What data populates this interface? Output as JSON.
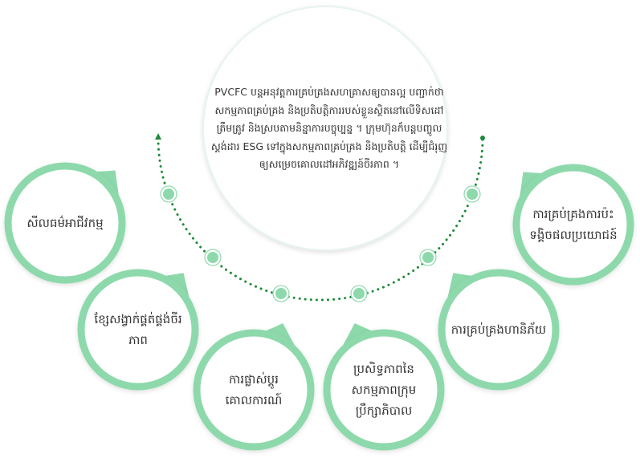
{
  "center": {
    "text": "PVCFC បន្តអនុវត្តការគ្រប់គ្រងសហគ្រាសឲ្យបានល្អ បញ្ជាក់ថា សកម្មភាពគ្រប់គ្រង និងប្រតិបត្តិការរបស់ខ្លួនស្ថិតនៅលើទិសដៅត្រឹមត្រូវ និងស្របតាមនិន្នាការបច្ចុប្បន្ន ។ ក្រុមហ៊ុនក៏បន្តបញ្ចូលស្តង់ដារ ESG ទៅក្នុងសកម្មភាពគ្រប់គ្រង និងប្រតិបត្តិ ដើម្បីជំរុញឲ្យសម្រេចគោលដៅអភិវឌ្ឍន៍ចីរភាព ។"
  },
  "pillars": [
    {
      "label": "សីលធម៌អាជីវកម្ម"
    },
    {
      "label": "ខ្សែសង្វាក់ផ្គត់ផ្គង់ចីរភាព"
    },
    {
      "label": "ការផ្លាស់ប្តូរគោលការណ៍"
    },
    {
      "label": "ប្រសិទ្ធភាពនៃសកម្មភាពក្រុមប្រឹក្សាភិបាល"
    },
    {
      "label": "ការគ្រប់គ្រងហានិភ័យ"
    },
    {
      "label": "ការគ្រប់គ្រងការប៉ះទង្គិចផលប្រយោជន៍"
    }
  ],
  "colors": {
    "ring": "#8dd9ab",
    "dots": "#1e8a3a",
    "text": "#333333"
  }
}
